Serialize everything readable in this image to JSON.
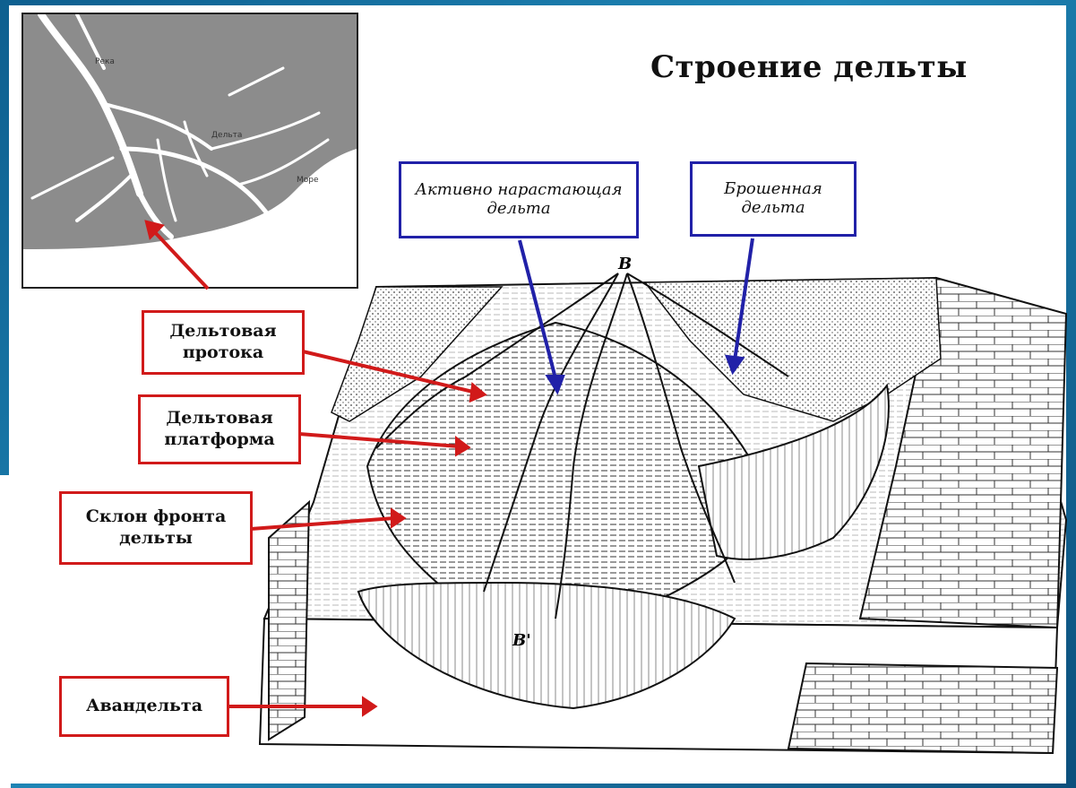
{
  "title": "Строение дельты",
  "map": {
    "labels": {
      "river": "Река",
      "delta": "Дельта",
      "sea": "Море"
    }
  },
  "callouts": {
    "active_delta": "Активно нарастающая дельта",
    "abandoned_delta": "Брошенная дельта",
    "delta_channel": "Дельтовая протока",
    "delta_platform": "Дельтовая платформа",
    "delta_front_slope": "Склон фронта дельты",
    "avandelta": "Авандельта"
  },
  "diagram_marks": {
    "point_top": "В",
    "point_front": "В'"
  },
  "colors": {
    "callout_red": "#d11a1a",
    "callout_blue": "#2121a8",
    "background": "#1a78a8"
  }
}
